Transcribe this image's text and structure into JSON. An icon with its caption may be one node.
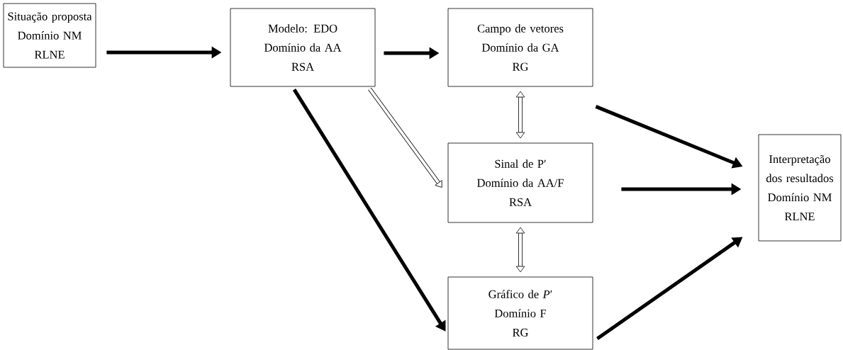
{
  "diagram": {
    "nodes": [
      {
        "text": [
          "Situação proposta",
          "Domínio NM",
          "RLNE"
        ]
      },
      {
        "text": [
          "Modelo: EDO",
          "Domínio da AA",
          "RSA"
        ]
      },
      {
        "text": [
          "Campo de vetores",
          "Domínio da GA",
          "RG"
        ]
      },
      {
        "text": [
          "Sinal de P′",
          "Domínio da AA/F",
          "RSA"
        ]
      },
      {
        "text": [
          "Interpretação dos resultados",
          "Domínio NM",
          "RLNE"
        ]
      },
      {
        "text": [
          "Gráfico de *P*′",
          "Domínio F",
          "RG"
        ]
      }
    ],
    "edges": [
      {
        "from": 0,
        "to": 1,
        "arrow": "to"
      },
      {
        "from": 1,
        "to": 2,
        "arrow": "to"
      },
      {
        "from": 1,
        "to": 5,
        "arrow": "to"
      },
      {
        "from": 1,
        "to": 3,
        "arrow": "to"
      },
      {
        "from": 2,
        "to": 3,
        "arrow": "both"
      },
      {
        "from": 3,
        "to": 5,
        "arrow": "both"
      },
      {
        "from": 2,
        "to": 4,
        "arrow": "to"
      },
      {
        "from": 3,
        "to": 4,
        "arrow": "to"
      },
      {
        "from": 5,
        "to": 4,
        "arrow": "to"
      }
    ]
  }
}
